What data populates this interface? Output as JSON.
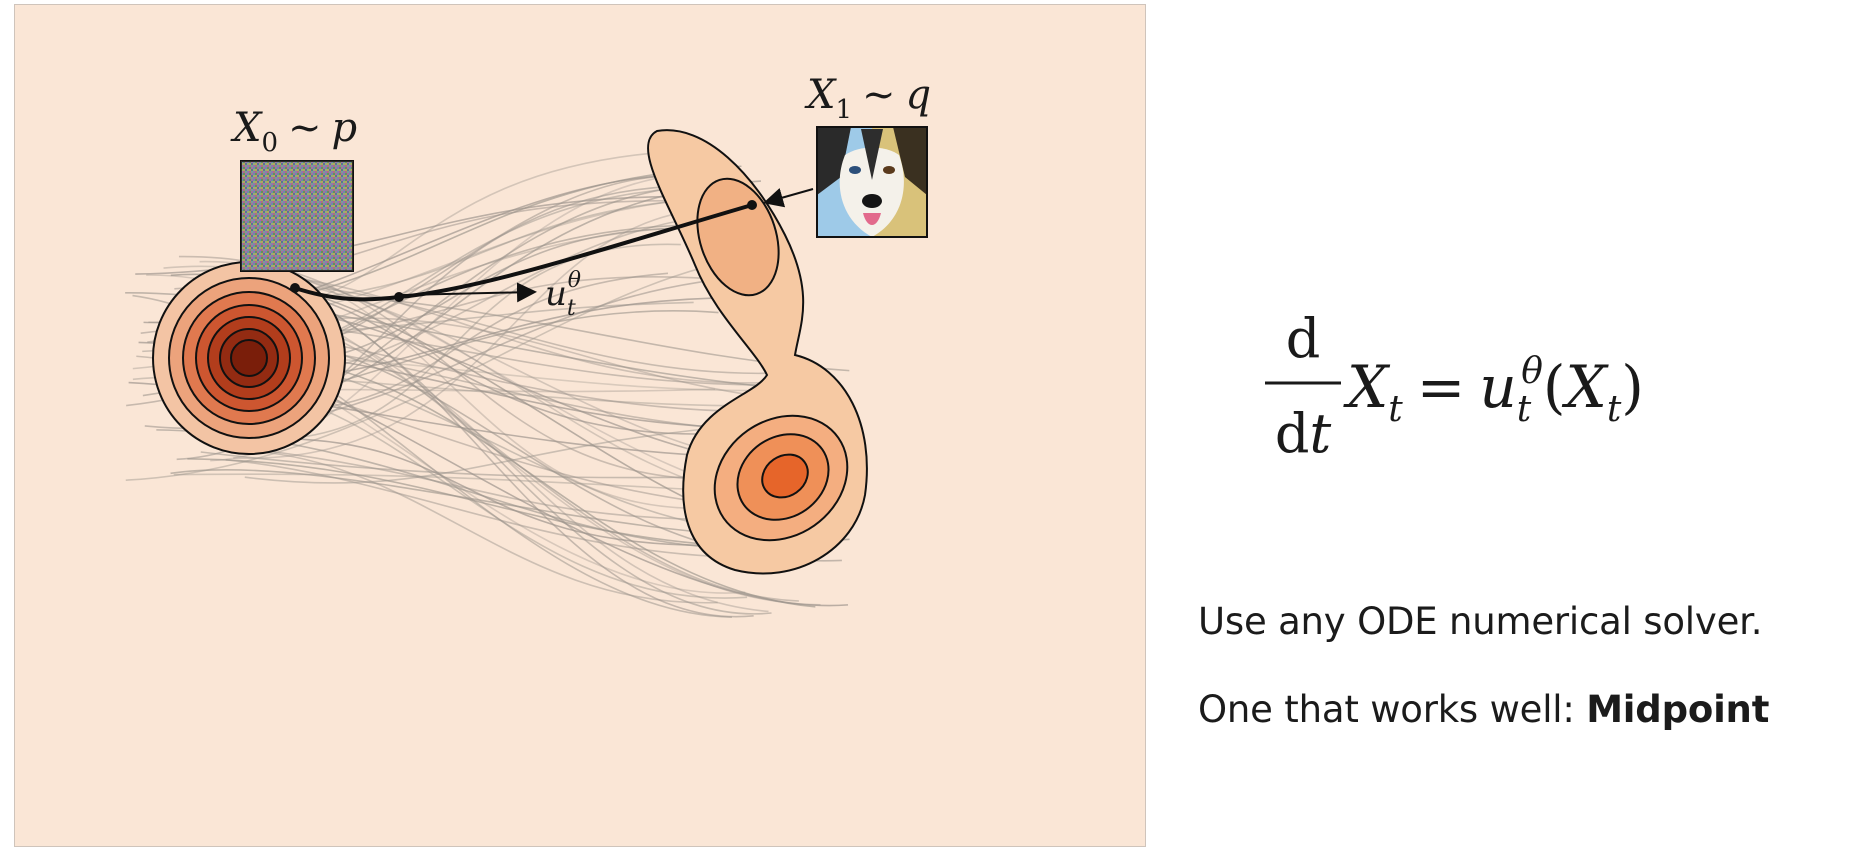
{
  "diagram": {
    "source_label": {
      "var": "X",
      "sub": "0",
      "rel": "~",
      "dist": "p"
    },
    "target_label": {
      "var": "X",
      "sub": "1",
      "rel": "~",
      "dist": "q"
    },
    "velocity_label": {
      "var": "u",
      "sub": "t",
      "sup": "θ"
    },
    "colors": {
      "background": "#fae6d6",
      "source_core": "#7a1e0a",
      "source_outer": "#e8a882",
      "target_fill": "#f6c9a3",
      "target_core": "#e6652a",
      "trajectory": "#9c948c"
    },
    "images": [
      "noise-image",
      "husky-dog-image"
    ]
  },
  "equation": {
    "num": "d",
    "den": "dt",
    "lhs_var": "X",
    "lhs_sub": "t",
    "eq": "=",
    "rhs_var": "u",
    "rhs_sub": "t",
    "rhs_sup": "θ",
    "rhs_arg_open": "(",
    "rhs_arg_var": "X",
    "rhs_arg_sub": "t",
    "rhs_arg_close": ")"
  },
  "text": {
    "line1": "Use any ODE numerical solver.",
    "line2_prefix": "One that works well: ",
    "line2_bold": "Midpoint"
  }
}
